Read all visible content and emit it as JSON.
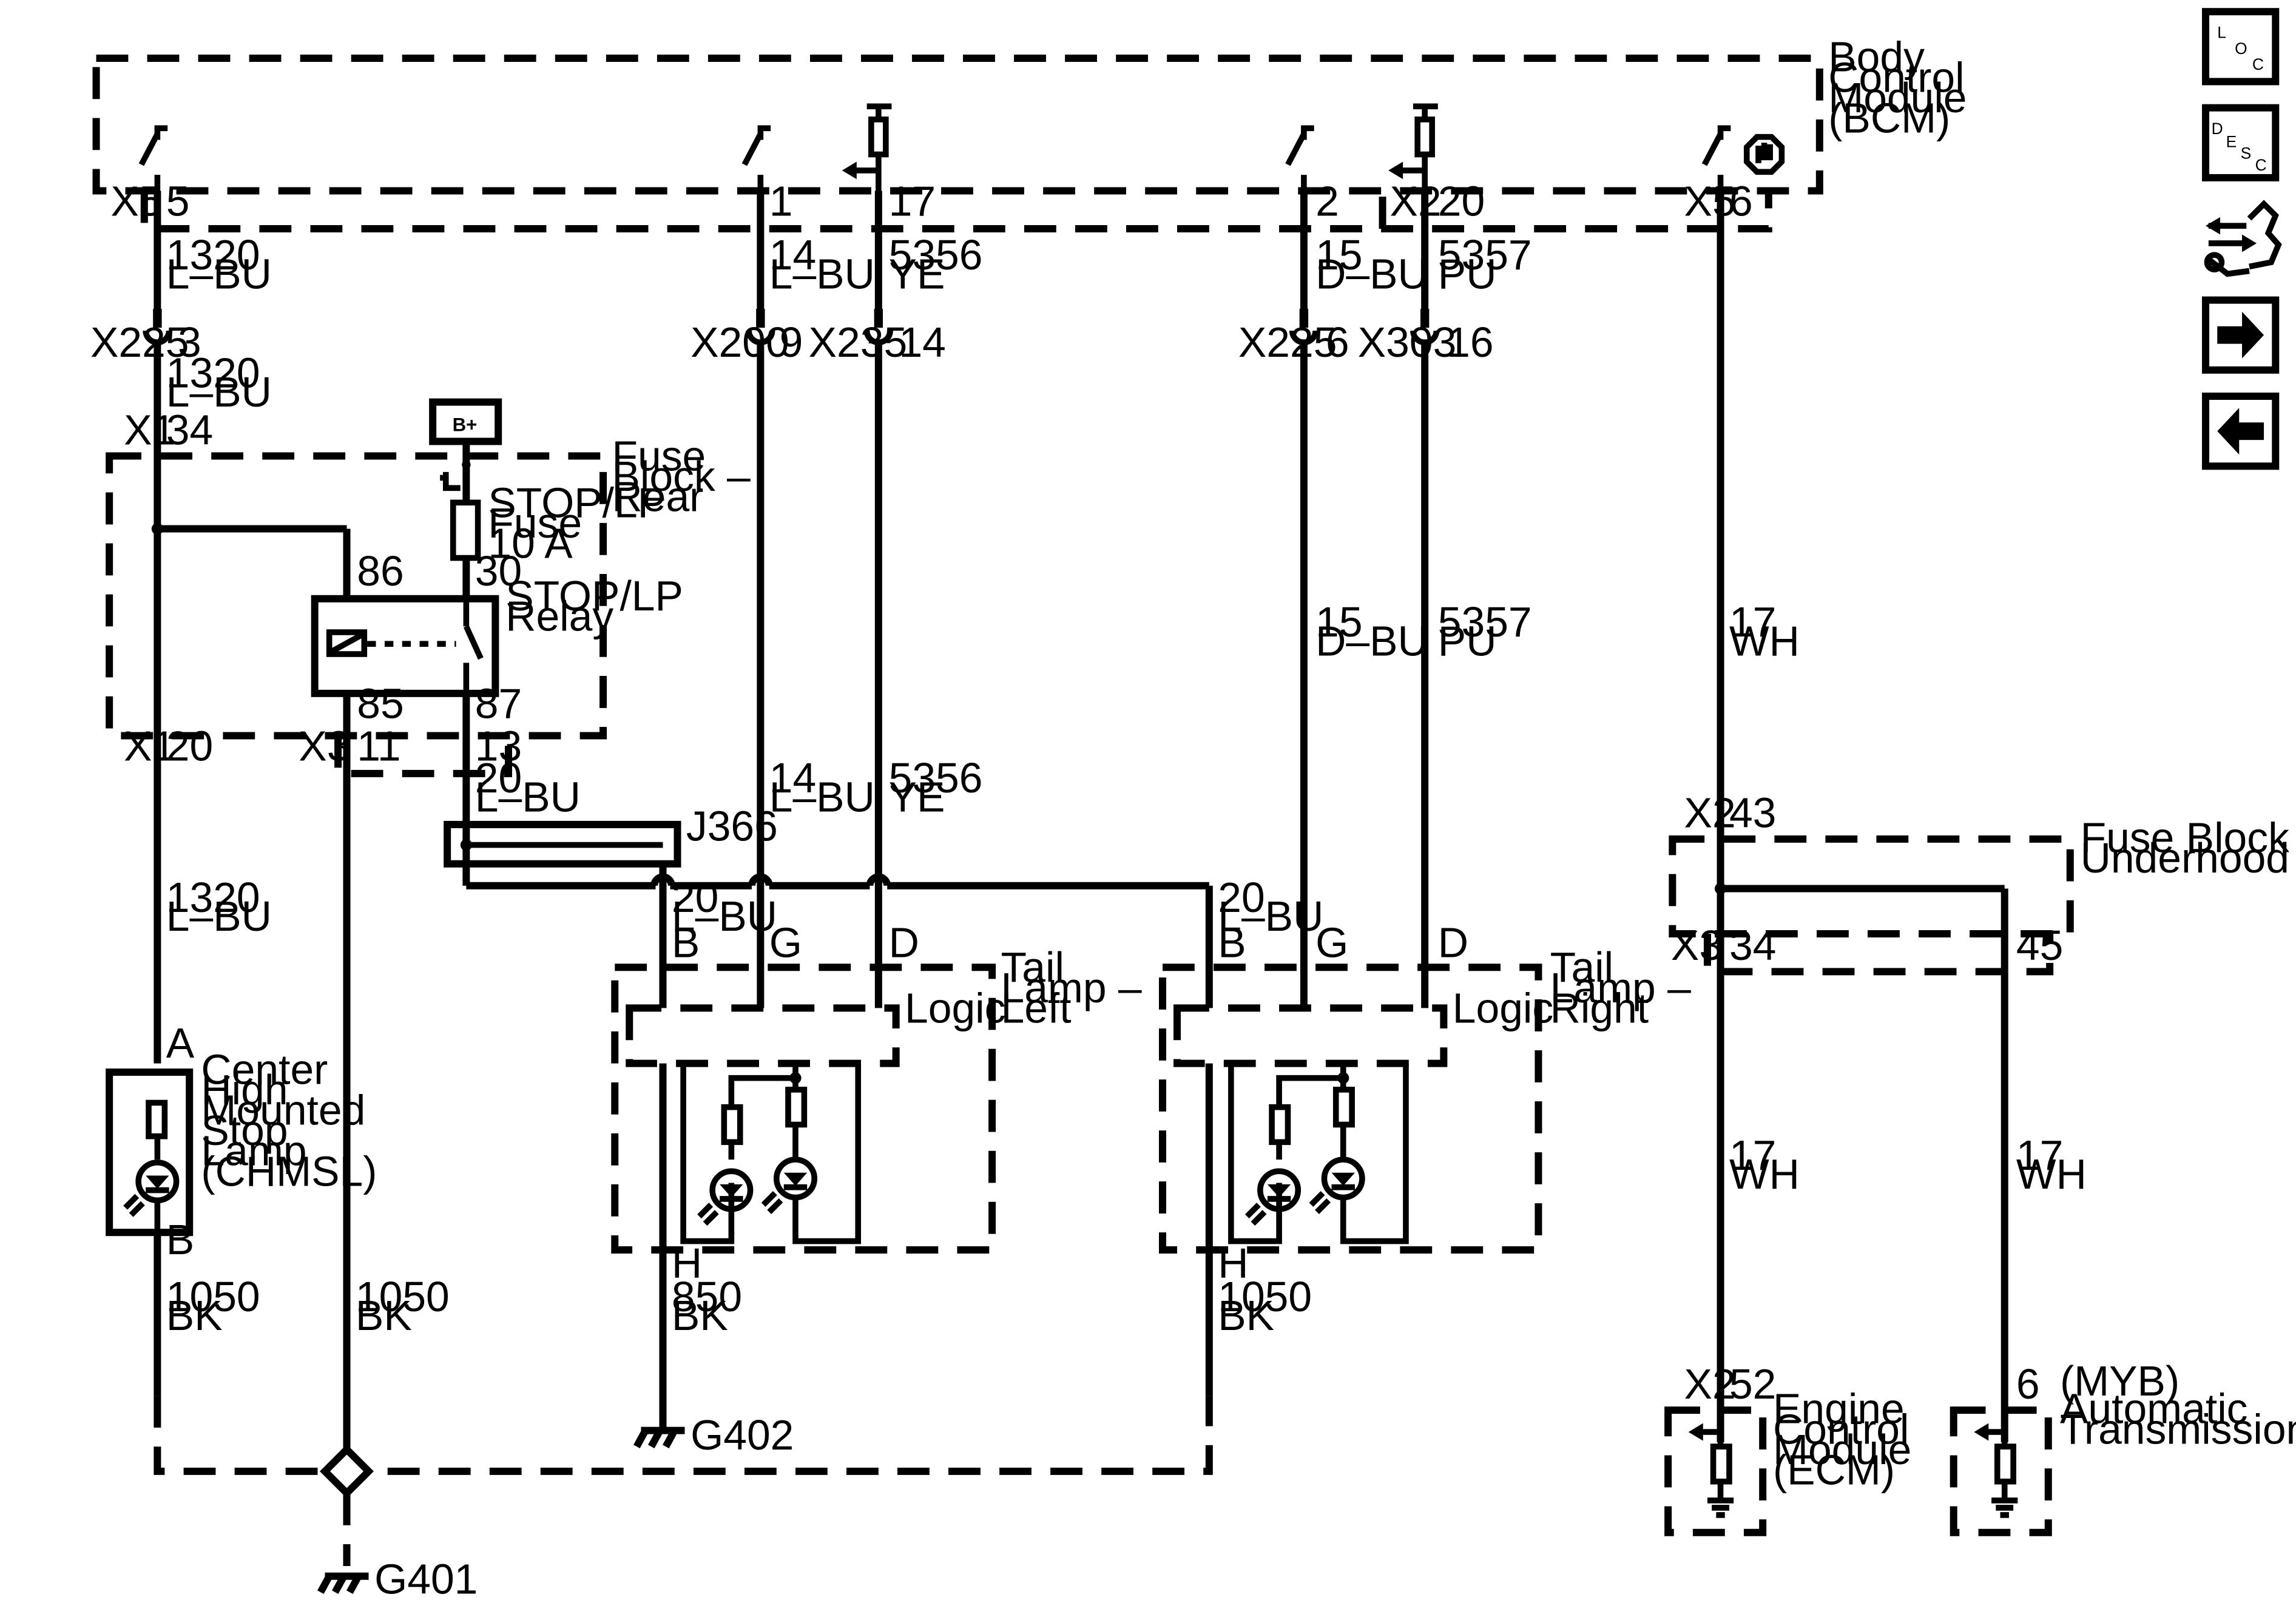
{
  "modules": {
    "bcm": [
      "Body",
      "Control",
      "Module",
      "(BCM)"
    ],
    "fuse_block_rear": [
      "Fuse",
      "Block –",
      "Rear"
    ],
    "fuse_block_underhood": [
      "Fuse Block –",
      "Underhood"
    ],
    "tail_lamp_left": [
      "Tail",
      "Lamp –",
      "Left"
    ],
    "tail_lamp_right": [
      "Tail",
      "Lamp –",
      "Right"
    ],
    "chmsl": [
      "Center",
      "High",
      "Mounted",
      "Stop",
      "Lamp",
      "(CHMSL)"
    ],
    "ecm": [
      "Engine",
      "Control",
      "Module",
      "(ECM)"
    ],
    "tcm": [
      "Automatic",
      "Transmission"
    ],
    "tcm_option": "(MYB)"
  },
  "components": {
    "b_plus": "B+",
    "fuse": [
      "STOP/LP",
      "Fuse",
      "10 A"
    ],
    "relay": [
      "STOP/LP",
      "Relay"
    ],
    "logic_left": "Logic",
    "logic_right": "Logic",
    "splice": "J366"
  },
  "grounds": {
    "g401": "G401",
    "g402": "G402"
  },
  "connectors": [
    {
      "id": "X5",
      "pin": "5"
    },
    {
      "id": "",
      "pin": "1"
    },
    {
      "id": "",
      "pin": "17"
    },
    {
      "id": "",
      "pin": "2"
    },
    {
      "id": "X2",
      "pin": "20"
    },
    {
      "id": "X5",
      "pin": "6"
    },
    {
      "id": "X225",
      "pin": "3"
    },
    {
      "id": "X200",
      "pin": "9"
    },
    {
      "id": "X235",
      "pin": "14"
    },
    {
      "id": "X225",
      "pin": "6"
    },
    {
      "id": "X303",
      "pin": "16"
    },
    {
      "id": "X1",
      "pin": "34"
    },
    {
      "id": "X1",
      "pin": "20"
    },
    {
      "id": "X3",
      "pin": "11"
    },
    {
      "id": "",
      "pin": "13"
    },
    {
      "id": "X2",
      "pin": "43"
    },
    {
      "id": "X3",
      "pin": "34"
    },
    {
      "id": "",
      "pin": "45"
    },
    {
      "id": "X2",
      "pin": "52"
    },
    {
      "id": "",
      "pin": "6"
    }
  ],
  "relay_pins": [
    "86",
    "30",
    "85",
    "87"
  ],
  "lamp_pins": {
    "left": [
      "B",
      "G",
      "D",
      "H"
    ],
    "right": [
      "B",
      "G",
      "D",
      "H"
    ],
    "chmsl": [
      "A",
      "B"
    ]
  },
  "wires": [
    {
      "circuit": "1320",
      "color": "L–BU"
    },
    {
      "circuit": "14",
      "color": "L–BU"
    },
    {
      "circuit": "5356",
      "color": "YE"
    },
    {
      "circuit": "15",
      "color": "D–BU"
    },
    {
      "circuit": "5357",
      "color": "PU"
    },
    {
      "circuit": "17",
      "color": "WH"
    },
    {
      "circuit": "20",
      "color": "L–BU"
    },
    {
      "circuit": "850",
      "color": "BK"
    },
    {
      "circuit": "1050",
      "color": "BK"
    }
  ],
  "nav": {
    "loc": [
      "L",
      "O",
      "C"
    ],
    "desc": [
      "D",
      "E",
      "S",
      "C"
    ]
  }
}
